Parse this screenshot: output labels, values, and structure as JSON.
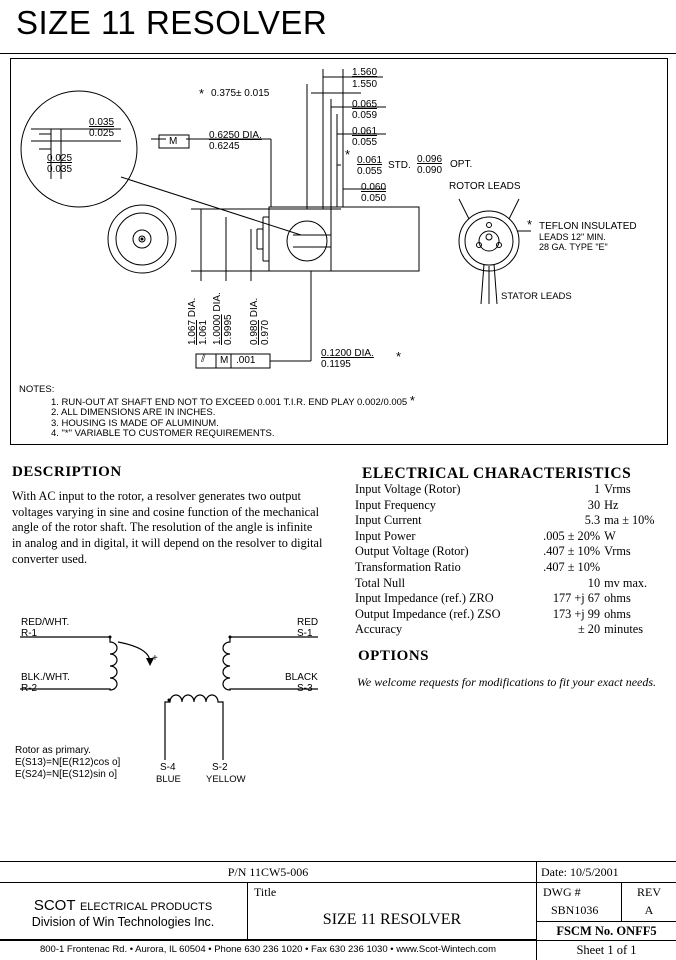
{
  "header": {
    "title": "SIZE 11 RESOLVER"
  },
  "drawing": {
    "dims": {
      "d1_top": "1.560",
      "d1_bot": "1.550",
      "d_shaft_len": "0.375± 0.015",
      "d2_top": "0.065",
      "d2_bot": "0.059",
      "d3_top": "0.061",
      "d3_bot": "0.055",
      "d4_top": "0.061",
      "d4_bot": "0.055",
      "std": "STD.",
      "opt_top": "0.096",
      "opt_bot": "0.090",
      "opt": "OPT.",
      "d5_top": "0.060",
      "d5_bot": "0.050",
      "detail_top1": "0.035",
      "detail_top2": "0.025",
      "detail_bot1": "0.025",
      "detail_bot2": "0.035",
      "datum": "M",
      "pilot_top": "0.6250 DIA.",
      "pilot_bot": "0.6245",
      "dia1_top": "1.067",
      "dia1_bot": "1.061",
      "dia_suffix": "DIA.",
      "dia2_top": "1.0000",
      "dia2_bot": "0.9995",
      "dia3_top": "0.980",
      "dia3_bot": "0.970",
      "tol_value": ".001",
      "shaft_top": "0.1200 DIA.",
      "shaft_bot": "0.1195",
      "star": "*"
    },
    "labels": {
      "rotor_leads": "ROTOR LEADS",
      "teflon1": "TEFLON INSULATED",
      "teflon2": "LEADS 12\" MIN.",
      "teflon3": "28 GA. TYPE \"E\"",
      "stator_leads": "STATOR LEADS"
    },
    "notes": {
      "title": "NOTES:",
      "n1": "1.  RUN-OUT AT SHAFT END NOT TO EXCEED 0.001 T.I.R. END PLAY 0.002/0.005",
      "n2": "2.  ALL DIMENSIONS ARE IN INCHES.",
      "n3": "3.  HOUSING IS MADE OF ALUMINUM.",
      "n4": "4.   \"*\"  VARIABLE TO CUSTOMER REQUIREMENTS."
    }
  },
  "description": {
    "heading": "DESCRIPTION",
    "text": "With AC input to the rotor, a resolver generates two output voltages varying in sine and cosine function of the mechanical angle of the rotor shaft. The resolution of the angle is infinite in analog and in digital, it will depend on the resolver to digital converter used."
  },
  "electrical": {
    "heading": "ELECTRICAL CHARACTERISTICS",
    "rows": [
      {
        "name": "Input Voltage (Rotor)",
        "value": "1",
        "unit": "Vrms"
      },
      {
        "name": "Input Frequency",
        "value": "30",
        "unit": "Hz"
      },
      {
        "name": "Input Current",
        "value": "5.3",
        "unit": "ma ± 10%"
      },
      {
        "name": "Input Power",
        "value": ".005 ± 20%",
        "unit": "W"
      },
      {
        "name": "Output Voltage (Rotor)",
        "value": ".407 ± 10%",
        "unit": "Vrms"
      },
      {
        "name": "Transformation Ratio",
        "value": ".407 ± 10%",
        "unit": ""
      },
      {
        "name": "Total Null",
        "value": "10",
        "unit": "mv max."
      },
      {
        "name": "Input Impedance (ref.) ZRO",
        "value": "177 +j 67",
        "unit": "ohms"
      },
      {
        "name": "Output Impedance (ref.) ZSO",
        "value": "173 +j 99",
        "unit": "ohms"
      },
      {
        "name": "Accuracy",
        "value": "± 20",
        "unit": "minutes"
      }
    ]
  },
  "options": {
    "heading": "OPTIONS",
    "text": "We welcome requests for modifications to fit your exact needs."
  },
  "schematic": {
    "r1_label": "RED/WHT.",
    "r1": "R-1",
    "r2_label": "BLK./WHT.",
    "r2": "R-2",
    "s1_label": "RED",
    "s1": "S-1",
    "s3_label": "BLACK",
    "s3": "S-3",
    "s4": "S-4",
    "s4_color": "BLUE",
    "s2": "S-2",
    "s2_color": "YELLOW",
    "plus": "+",
    "rotor_primary": "Rotor as primary.",
    "eq1": "E(S13)=N[E(R12)cos  o]",
    "eq2": "E(S24)=N[E(S12)sin  o]"
  },
  "titleblock": {
    "pn": "P/N 11CW5-006",
    "date": "Date: 10/5/2001",
    "company": "SCOT",
    "company_sub": "ELECTRICAL PRODUCTS",
    "division": "Division of Win Technologies Inc.",
    "title_label": "Title",
    "title": "SIZE 11 RESOLVER",
    "dwg_label": "DWG #",
    "dwg": "SBN1036",
    "rev_label": "REV",
    "rev": "A",
    "fscm": "FSCM No. ONFF5",
    "address": "800-1 Frontenac Rd. • Aurora, IL 60504 • Phone 630 236 1020 • Fax 630 236 1030 • www.Scot-Wintech.com",
    "sheet": "Sheet 1 of 1"
  }
}
